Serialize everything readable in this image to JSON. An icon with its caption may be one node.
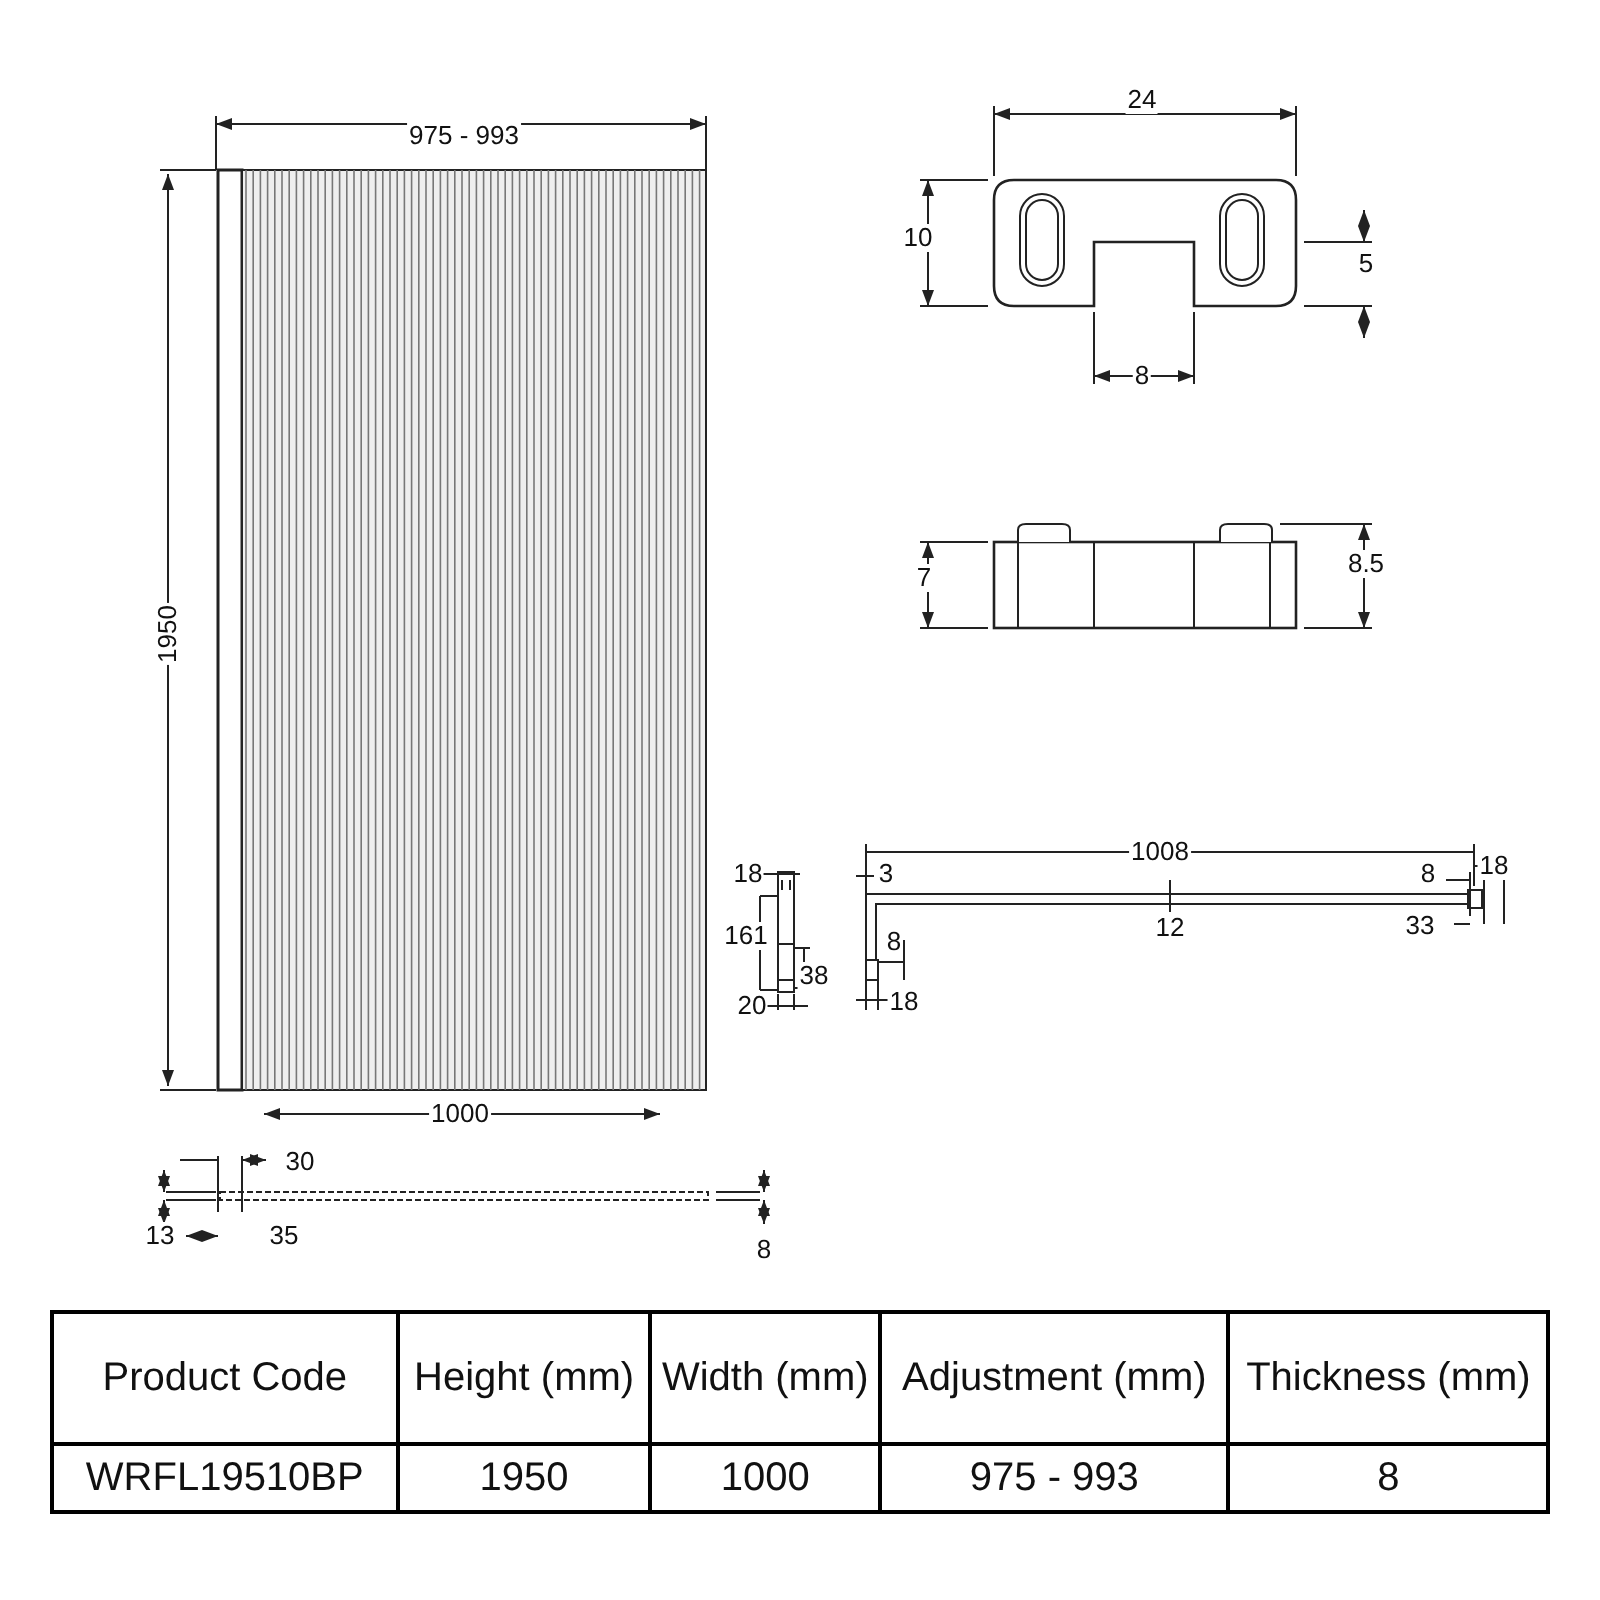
{
  "diagram": {
    "labels": [
      "975 - 993",
      "24",
      "10",
      "5",
      "8",
      "1950",
      "7",
      "8.5",
      "1008",
      "18",
      "3",
      "8",
      "18",
      "161",
      "12",
      "8",
      "33",
      "38",
      "20",
      "18",
      "1000",
      "30",
      "13",
      "35",
      "8",
      "Product Code",
      "Height (mm)",
      "Width (mm)",
      "Adjustment (mm)",
      "Thickness (mm)",
      "WRFL19510BP",
      "1950",
      "1000",
      "975 - 993",
      "8"
    ]
  }
}
